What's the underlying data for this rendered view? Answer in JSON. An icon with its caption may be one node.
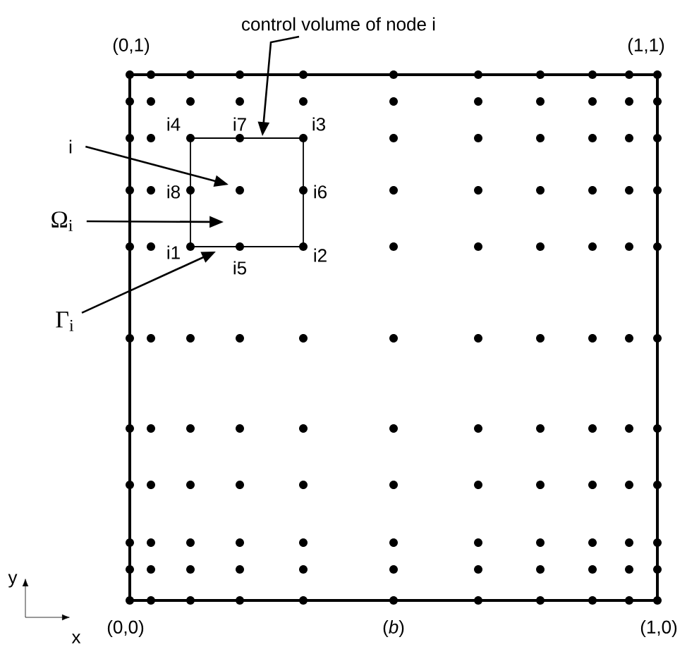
{
  "diagram": {
    "nodes": [
      {
        "text": [
          "control volume of node i"
        ]
      },
      {
        "text": [],
        "shape": "box"
      },
      {
        "text": [],
        "shape": "circle",
        "in": 1
      },
      {
        "text": [
          "i"
        ]
      },
      {
        "text": [
          "Ω$_{i}$"
        ]
      },
      {
        "text": [
          "Γ$_{i}$"
        ]
      }
    ],
    "edges": [
      {
        "from": 0,
        "to": 1,
        "arrow": "to"
      },
      {
        "from": 3,
        "to": 2,
        "arrow": "to"
      },
      {
        "from": 4,
        "to": 1,
        "arrow": "to"
      },
      {
        "from": 5,
        "to": 1,
        "arrow": "to"
      }
    ],
    "labels": [
      "(0,1)",
      "(1,1)",
      "i4",
      "i7",
      "i3",
      "i8",
      "i6",
      "i1",
      "i5",
      "i2",
      "y",
      "x",
      "(0,0)",
      "(*b*)",
      "(1,0)"
    ]
  }
}
